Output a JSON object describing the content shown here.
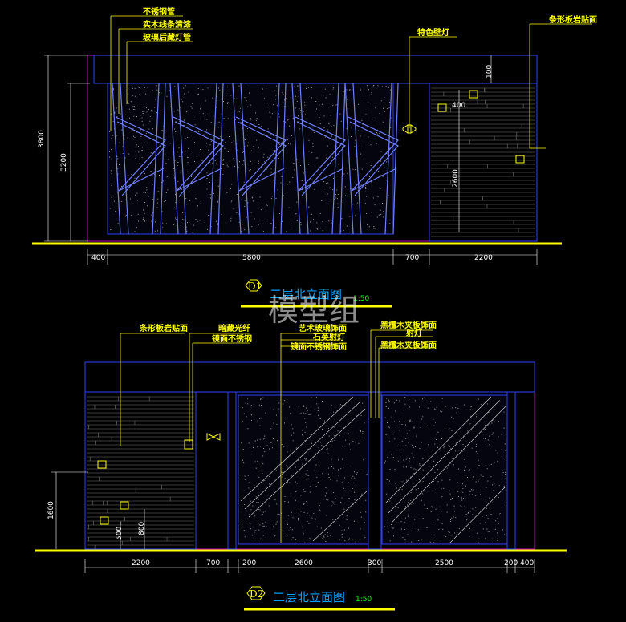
{
  "colors": {
    "background": "#000000",
    "outline": "#c000c0",
    "panel": "#3040ff",
    "ground": "#ffff00",
    "leader": "#ffff00",
    "dimension": "#ffffff",
    "title": "#00a0ff",
    "hatch": "#7a7a7a"
  },
  "watermark": "模型组",
  "elevation1": {
    "tag": "D1",
    "title": "二层北立面图",
    "scale": "1:50",
    "annotations": [
      "不锈钢管",
      "实木线条清漆",
      "玻璃后藏灯管",
      "特色壁灯",
      "条形板岩贴面"
    ],
    "horizontal_dims": [
      "400",
      "5800",
      "700",
      "2200"
    ],
    "vertical_dims": [
      "3800",
      "3200",
      "100",
      "400",
      "2600"
    ]
  },
  "elevation2": {
    "tag": "D2",
    "title": "二层北立面图",
    "scale": "1:50",
    "annotations": [
      "条形板岩贴面",
      "暗藏光纤",
      "镜面不锈钢",
      "艺术玻璃饰面",
      "石英射灯",
      "镜面不锈钢饰面",
      "黑檀木夹板饰面",
      "射灯",
      "黑檀木夹板饰面"
    ],
    "horizontal_dims": [
      "2200",
      "700",
      "200",
      "2600",
      "300",
      "2500",
      "200",
      "400"
    ],
    "vertical_dims": [
      "1600",
      "500",
      "800"
    ]
  }
}
